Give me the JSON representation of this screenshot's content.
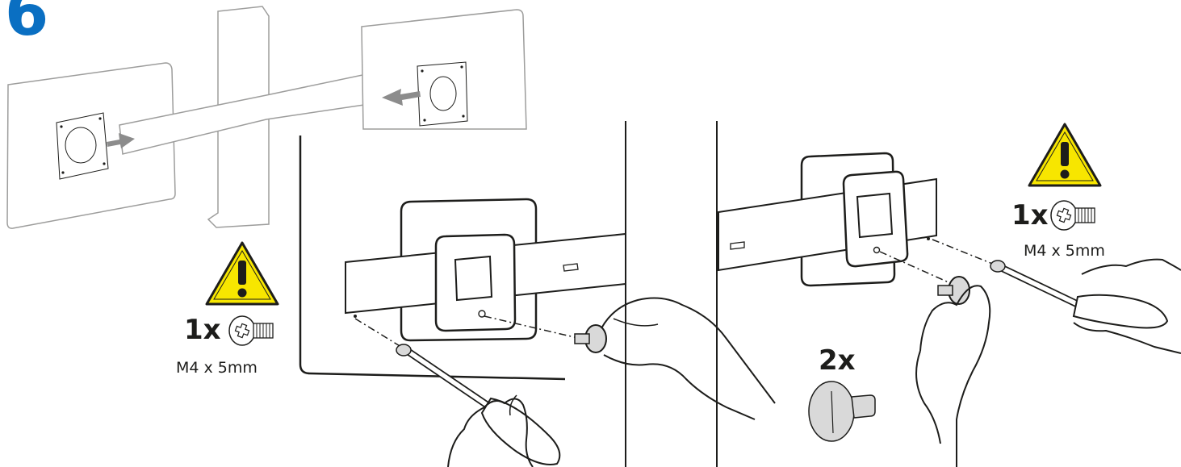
{
  "step": {
    "number": "6"
  },
  "colors": {
    "step_accent": "#0a6fc2",
    "warning_fill": "#f7e600",
    "line": "#1d1d1b",
    "light_line": "#9d9d9c",
    "arrow": "#8c8c8c",
    "screw_fill": "#d9d9d9"
  },
  "icons": [
    "warning-icon",
    "screw-icon",
    "screwdriver-icon",
    "hand-icon",
    "arrow-icon",
    "thumbscrew-icon"
  ],
  "left_callout": {
    "quantity": "1x",
    "screw_spec": "M4 x 5mm"
  },
  "right_callout": {
    "quantity": "1x",
    "screw_spec": "M4 x 5mm"
  },
  "thumbscrew_callout": {
    "quantity": "2x"
  }
}
